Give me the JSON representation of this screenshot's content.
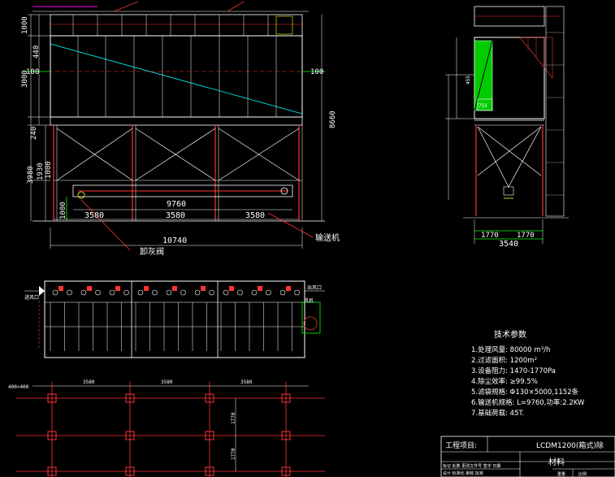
{
  "elevation": {
    "dims_left": [
      "1000",
      "440",
      "3000",
      "240",
      "1000",
      "1930",
      "3980",
      "1000"
    ],
    "dim_100_left": "100",
    "dim_100_right": "100",
    "dim_8660": "8660",
    "dim_9760": "9760",
    "spans": [
      "3580",
      "3580",
      "3580"
    ],
    "dim_10740": "10740",
    "label_conveyor": "输送机",
    "label_valve": "卸灰阀"
  },
  "side": {
    "dim_1770a": "1770",
    "dim_1770b": "1770",
    "dim_3540": "3540",
    "dim_455": "455",
    "dim_755": "755"
  },
  "plan": {
    "inlet_label": "进风口",
    "outlet_label": "出风口",
    "fan_label": "风机"
  },
  "foundation": {
    "corner_label": "400×400",
    "spans": [
      "3580",
      "3580",
      "3580"
    ],
    "dims_right": [
      "1770",
      "1770"
    ]
  },
  "tech": {
    "title": "技术参数",
    "items": [
      "1.处理风量: 80000 m³/h",
      "2.过滤面积: 1200m²",
      "3.设备阻力: 1470-1770Pa",
      "4.除尘效率: ≥99.5%",
      "5.滤袋规格: Φ130×5000,1152条",
      "6.输送机规格: L=9760,功率:2.2KW",
      "7.基础荷载: 45T."
    ]
  },
  "titleblock": {
    "project_label": "工程项目:",
    "product": "LCDM1200(箱式)除",
    "material": "材料",
    "row1": "标记 处数 更改文件号 签字 日期",
    "row2": "设计 标准化 审核 批准",
    "small1": "重量",
    "small2": "比例"
  },
  "colors": {
    "line": "#ffffff",
    "struct": "#ff3333",
    "cyan": "#00ffff",
    "green": "#00ff00",
    "yellow": "#ffff00",
    "magenta": "#ff00ff"
  }
}
